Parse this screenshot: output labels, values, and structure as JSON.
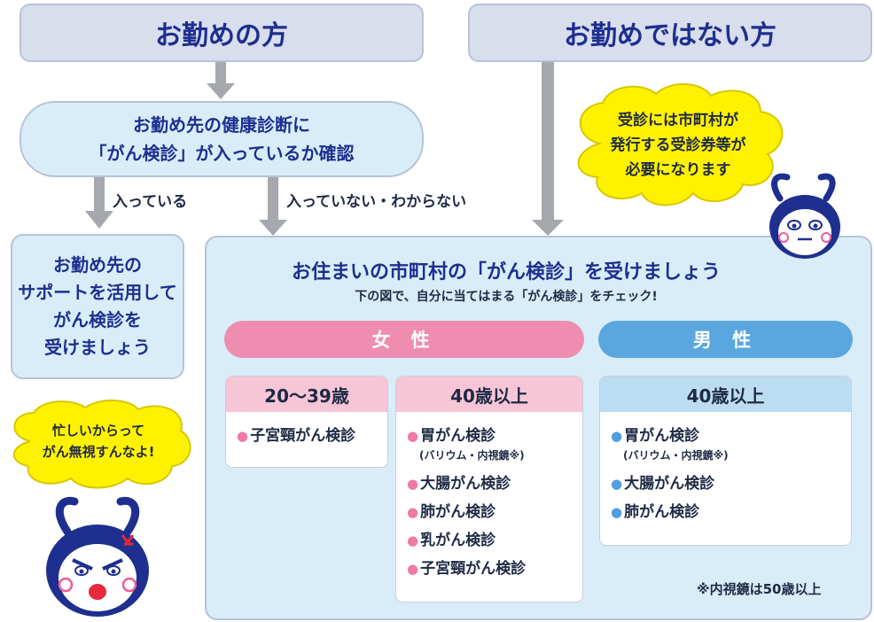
{
  "headers": {
    "employed": "お勤めの方",
    "not_employed": "お勤めではない方"
  },
  "check_box": {
    "line1": "お勤め先の健康診断に",
    "line2": "「がん検診」が入っているか確認"
  },
  "branches": {
    "included": "入っている",
    "not_included": "入っていない・わからない"
  },
  "support_box": {
    "line1": "お勤め先の",
    "line2": "サポートを活用して",
    "line3": "がん検診を",
    "line4": "受けましょう"
  },
  "bubbles": {
    "top_right": {
      "line1": "受診には市町村が",
      "line2": "発行する受診券等が",
      "line3": "必要になります"
    },
    "left": {
      "line1": "忙しいからって",
      "line2": "がん無視すんなよ!"
    }
  },
  "municipal": {
    "title": "お住まいの市町村の「がん検診」を受けましょう",
    "subtitle": "下の図で、自分に当てはまる「がん検診」をチェック!"
  },
  "female": {
    "label": "女 性",
    "age_20_39": {
      "header": "20〜39歳",
      "items": [
        "子宮頸がん検診"
      ]
    },
    "age_40_plus": {
      "header": "40歳以上",
      "items": [
        "胃がん検診",
        "大腸がん検診",
        "肺がん検診",
        "乳がん検診",
        "子宮頸がん検診"
      ],
      "stomach_note": "(バリウム・内視鏡※)"
    }
  },
  "male": {
    "label": "男 性",
    "age_40_plus": {
      "header": "40歳以上",
      "items": [
        "胃がん検診",
        "大腸がん検診",
        "肺がん検診"
      ],
      "stomach_note": "(バリウム・内視鏡※)"
    }
  },
  "footnote": "※内視鏡は50歳以上",
  "bullet": "●",
  "colors": {
    "navy": "#1e2f8f",
    "female_pink": "#ef8db0",
    "male_blue": "#5aa7df",
    "bubble_yellow": "#fff200"
  }
}
